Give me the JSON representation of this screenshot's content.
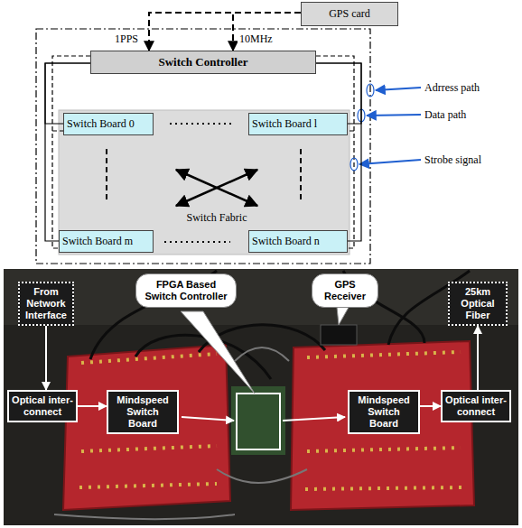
{
  "diagram": {
    "nodes": [
      {
        "text": [
          "GPS card"
        ]
      },
      {
        "text": [
          "Switch Controller"
        ]
      },
      {
        "text": [
          "Switch Fabric"
        ]
      },
      {
        "text": [
          "Switch Board 0"
        ],
        "in": 2
      },
      {
        "text": [
          "Switch Board l"
        ],
        "in": 2
      },
      {
        "text": [
          "Switch Board m"
        ],
        "in": 2
      },
      {
        "text": [
          "Switch Board n"
        ],
        "in": 2
      },
      {
        "text": [
          "From Network Interface"
        ]
      },
      {
        "text": [
          "FPGA Based Switch Controller"
        ]
      },
      {
        "text": [
          "GPS Receiver"
        ]
      },
      {
        "text": [
          "25km Optical Fiber"
        ]
      },
      {
        "text": [
          "Optical inter-connect"
        ]
      },
      {
        "text": [
          "Mindspeed Switch Board"
        ]
      },
      {
        "text": [
          "Mindspeed Switch Board"
        ]
      },
      {
        "text": [
          "Optical inter-connect"
        ]
      }
    ],
    "edges": [
      {
        "from": 0,
        "to": 1,
        "label": "1PPS",
        "arrow": "to"
      },
      {
        "from": 0,
        "to": 1,
        "label": "10MHz",
        "arrow": "to"
      },
      {
        "from": 1,
        "to": 3,
        "arrow": "none"
      },
      {
        "from": 1,
        "to": 5,
        "arrow": "none"
      },
      {
        "from": 1,
        "to": 4,
        "arrow": "none"
      },
      {
        "from": 1,
        "to": 6,
        "arrow": "none"
      },
      {
        "from": 7,
        "to": 11,
        "arrow": "to"
      },
      {
        "from": 11,
        "to": 12,
        "arrow": "to"
      },
      {
        "from": 13,
        "to": 14,
        "arrow": "to"
      },
      {
        "from": 14,
        "to": 10,
        "arrow": "to"
      }
    ],
    "labels": [
      "Adrress path",
      "Data path",
      "Strobe signal"
    ]
  }
}
